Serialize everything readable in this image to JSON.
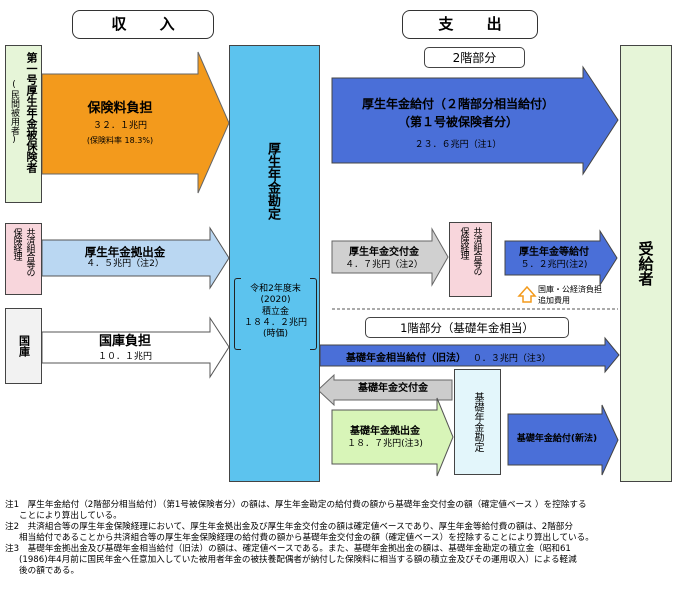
{
  "headers": {
    "income": "収 入",
    "expense": "支 出"
  },
  "income_sources": {
    "employees": {
      "title": "第一号厚生年金被保険者",
      "sub": "(民間被用者)"
    },
    "mutual": {
      "col1": "共済組合等の",
      "col2": "保険経理"
    },
    "treasury": "国庫"
  },
  "income_arrows": {
    "premium": {
      "title": "保険料負担",
      "amount": "３２．１兆円",
      "rate": "(保険料率 18.3%)"
    },
    "contribution": {
      "title": "厚生年金拠出金",
      "amount": "４．５兆円（注2）"
    },
    "treasury": {
      "title": "国庫負担",
      "amount": "１０．１兆円"
    }
  },
  "account": {
    "title": "厚生年金勘定",
    "year": "令和2年度末",
    "year_paren": "(2020)",
    "fund_label": "積立金",
    "fund_value": "１８４．２兆円",
    "valuation": "(時価)"
  },
  "tier2": {
    "label": "2階部分",
    "benefit_title_1": "厚生年金給付（２階部分相当給付）",
    "benefit_title_2": "（第１号被保険者分）",
    "benefit_amount": "２３．６兆円（注1）",
    "grant_title": "厚生年金交付金",
    "grant_amount": "４．７兆円（注2）",
    "mutual_col1": "共済組合等の",
    "mutual_col2": "保険経理",
    "mutual_benefit_title": "厚生年金等給付",
    "mutual_benefit_amount": "５．２兆円(注2)",
    "additional_1": "国庫・公経済負担",
    "additional_2": "追加費用"
  },
  "tier1": {
    "label": "1階部分（基礎年金相当）",
    "old_law_title": "基礎年金相当給付（旧法）",
    "old_law_amount": "０．３兆円（注3）",
    "basic_grant": "基礎年金交付金",
    "basic_contrib_title": "基礎年金拠出金",
    "basic_contrib_amount": "１８．７兆円(注3)",
    "basic_account": "基礎年金勘定",
    "new_law_title": "基礎年金給付(新法)"
  },
  "recipients": "受給者",
  "notes": [
    "注1　厚生年金給付（2階部分相当給付）（第1号被保険者分）の額は、厚生年金勘定の給付費の額から基礎年金交付金の額（確定値ベース ）を控除する",
    "ことにより算出している。",
    "注2　共済組合等の厚生年金保険経理において、厚生年金拠出金及び厚生年金交付金の額は確定値ベースであり、厚生年金等給付費の額は、2階部分",
    "相当給付であることから共済組合等の厚生年金保険経理の給付費の額から基礎年金交付金の額（確定値ベース）を控除することにより算出している。",
    "注3　基礎年金拠出金及び基礎年金相当給付（旧法）の額は、確定値ベースである。また、基礎年金拠出金の額は、基礎年金勘定の積立金（昭和61",
    "(1986)年4月前に国民年金へ任意加入していた被用者年金の被扶養配偶者が納付した保険料に相当する額の積立金及びその運用収入）による軽減",
    "後の額である。"
  ],
  "colors": {
    "orange": "#f39a1c",
    "royal_blue": "#4a6fd8",
    "sky_blue": "#5cc3ee",
    "light_blue": "#bad7f2",
    "light_green": "#d8f5b8",
    "grey": "#cccccc",
    "pink": "#f8d6dc"
  }
}
